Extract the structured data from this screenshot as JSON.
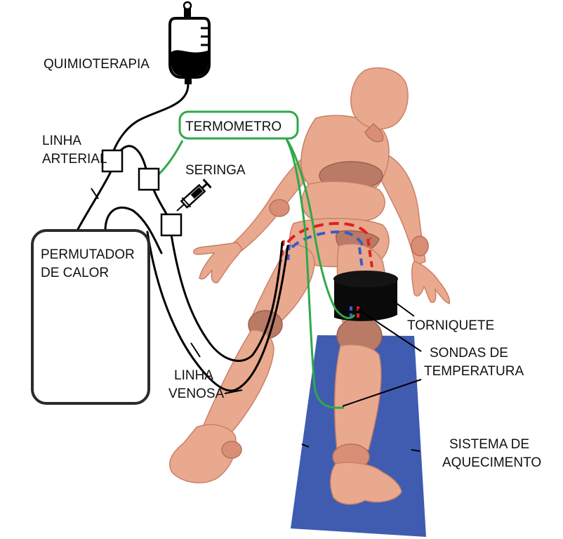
{
  "labels": {
    "chemo": "QUIMIOTERAPIA",
    "arterial_line_1": "LINHA",
    "arterial_line_2": "ARTERIAL",
    "thermometer": "TERMOMETRO",
    "syringe": "SERINGA",
    "heat_exchanger_1": "PERMUTADOR",
    "heat_exchanger_2": "DE CALOR",
    "tourniquet": "TORNIQUETE",
    "temp_probes_1": "SONDAS DE",
    "temp_probes_2": "TEMPERATURA",
    "venous_line_1": "LINHA",
    "venous_line_2": "VENOSA",
    "warming_system_1": "SISTEMA DE",
    "warming_system_2": "AQUECIMENTO"
  },
  "colors": {
    "thermometer_line": "#2fa84a",
    "warming_pad": "#3f5cb0",
    "artery_dashes": "#e0201c",
    "vein_dashes": "#3a5cc8",
    "skin": "#e9a98f"
  },
  "icons": [
    "iv-bag-icon",
    "syringe-icon",
    "connector-square-icon"
  ]
}
